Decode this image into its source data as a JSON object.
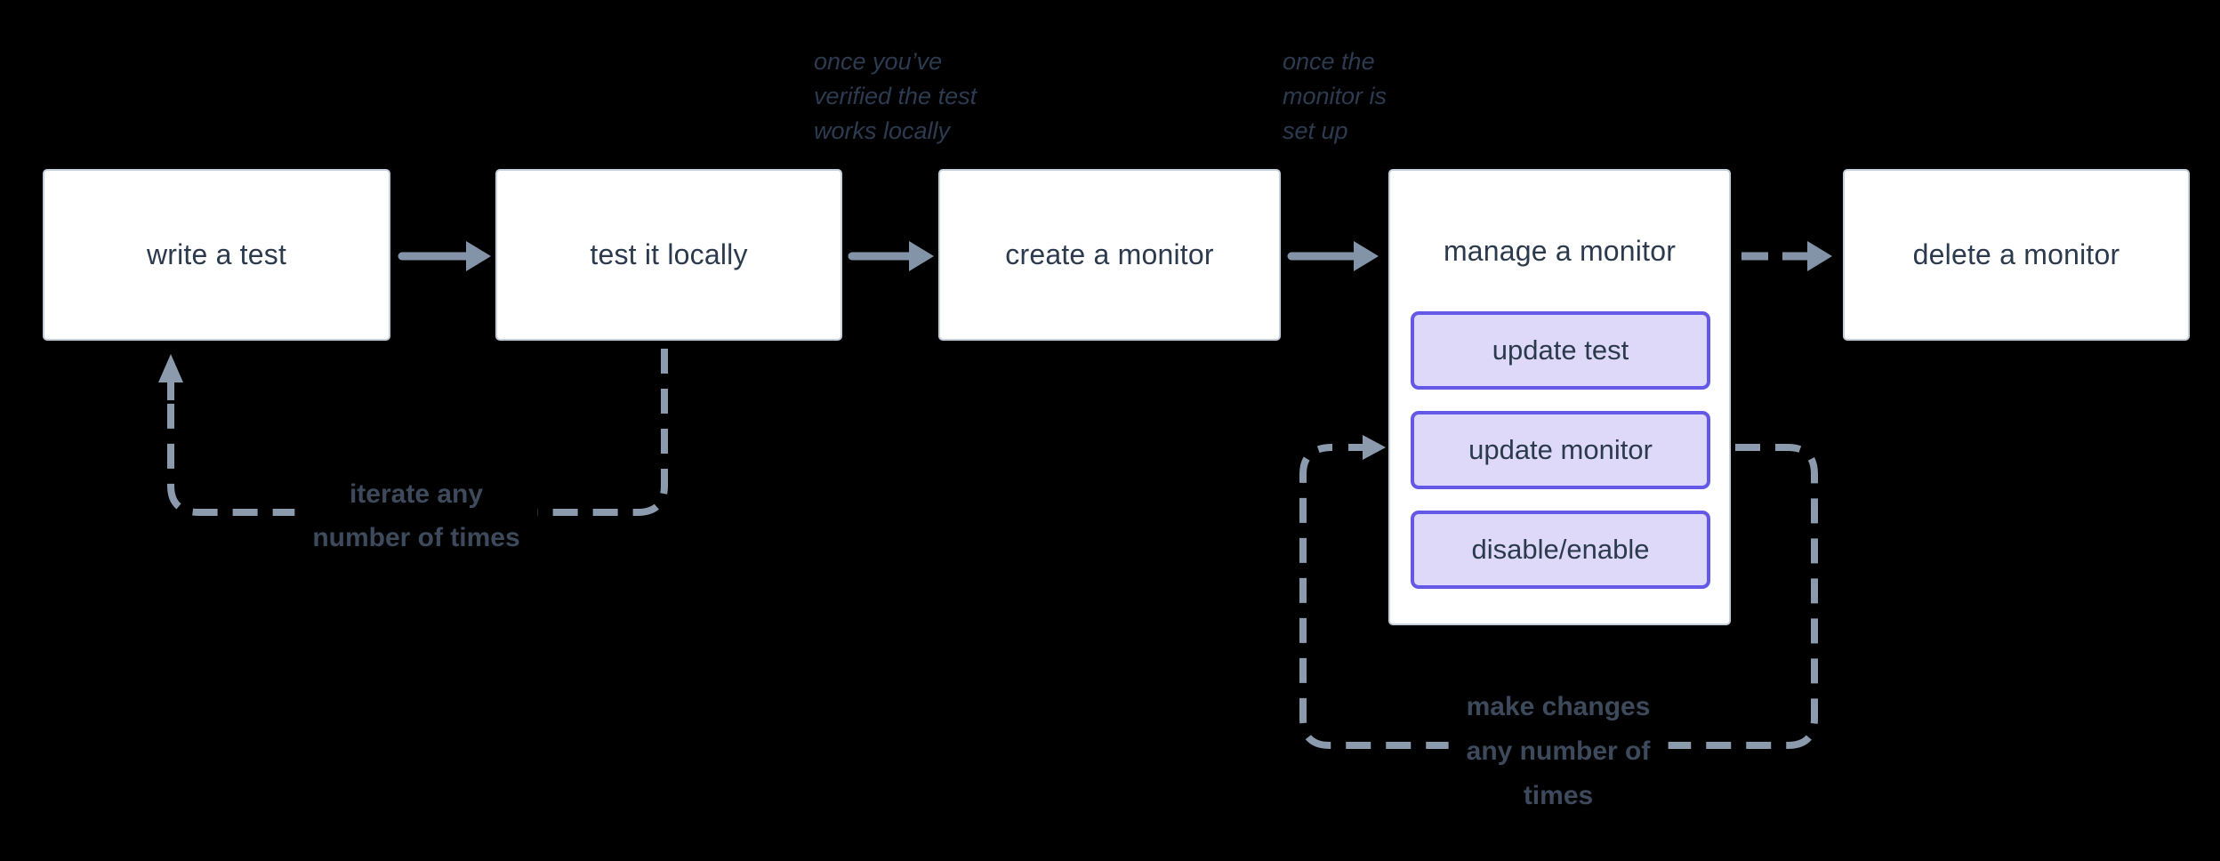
{
  "diagram": {
    "title": "synthetic test and monitor lifecycle flowchart",
    "boxes": [
      {
        "label": "write a test"
      },
      {
        "label": "test it locally"
      },
      {
        "label": "create a monitor"
      },
      {
        "label": "manage a monitor",
        "children": [
          {
            "label": "update test"
          },
          {
            "label": "update monitor"
          },
          {
            "label": "disable/enable"
          }
        ]
      },
      {
        "label": "delete a monitor"
      }
    ],
    "annotations": {
      "verified_locally": {
        "line1": "once you’ve",
        "line2": "verified the test",
        "line3": "works locally"
      },
      "monitor_set_up": {
        "line1": "once the",
        "line2": "monitor is",
        "line3": "set up"
      },
      "iterate_loop": {
        "line1": "iterate any",
        "line2": "number of times"
      },
      "changes_loop": {
        "line1": "make changes",
        "line2": "any number of",
        "line3": "times"
      }
    },
    "colors": {
      "background": "#000000",
      "box_fill": "#ffffff",
      "box_border": "#c6d0dc",
      "box_text": "#2c3a4d",
      "subbox_fill": "#ded9f8",
      "subbox_border": "#6459e6",
      "solid_arrow": "#8494a8",
      "dashed_loop": "#8b9aad",
      "annotation_text": "#2d3b50",
      "loop_label_text": "#3d4a5c"
    }
  }
}
